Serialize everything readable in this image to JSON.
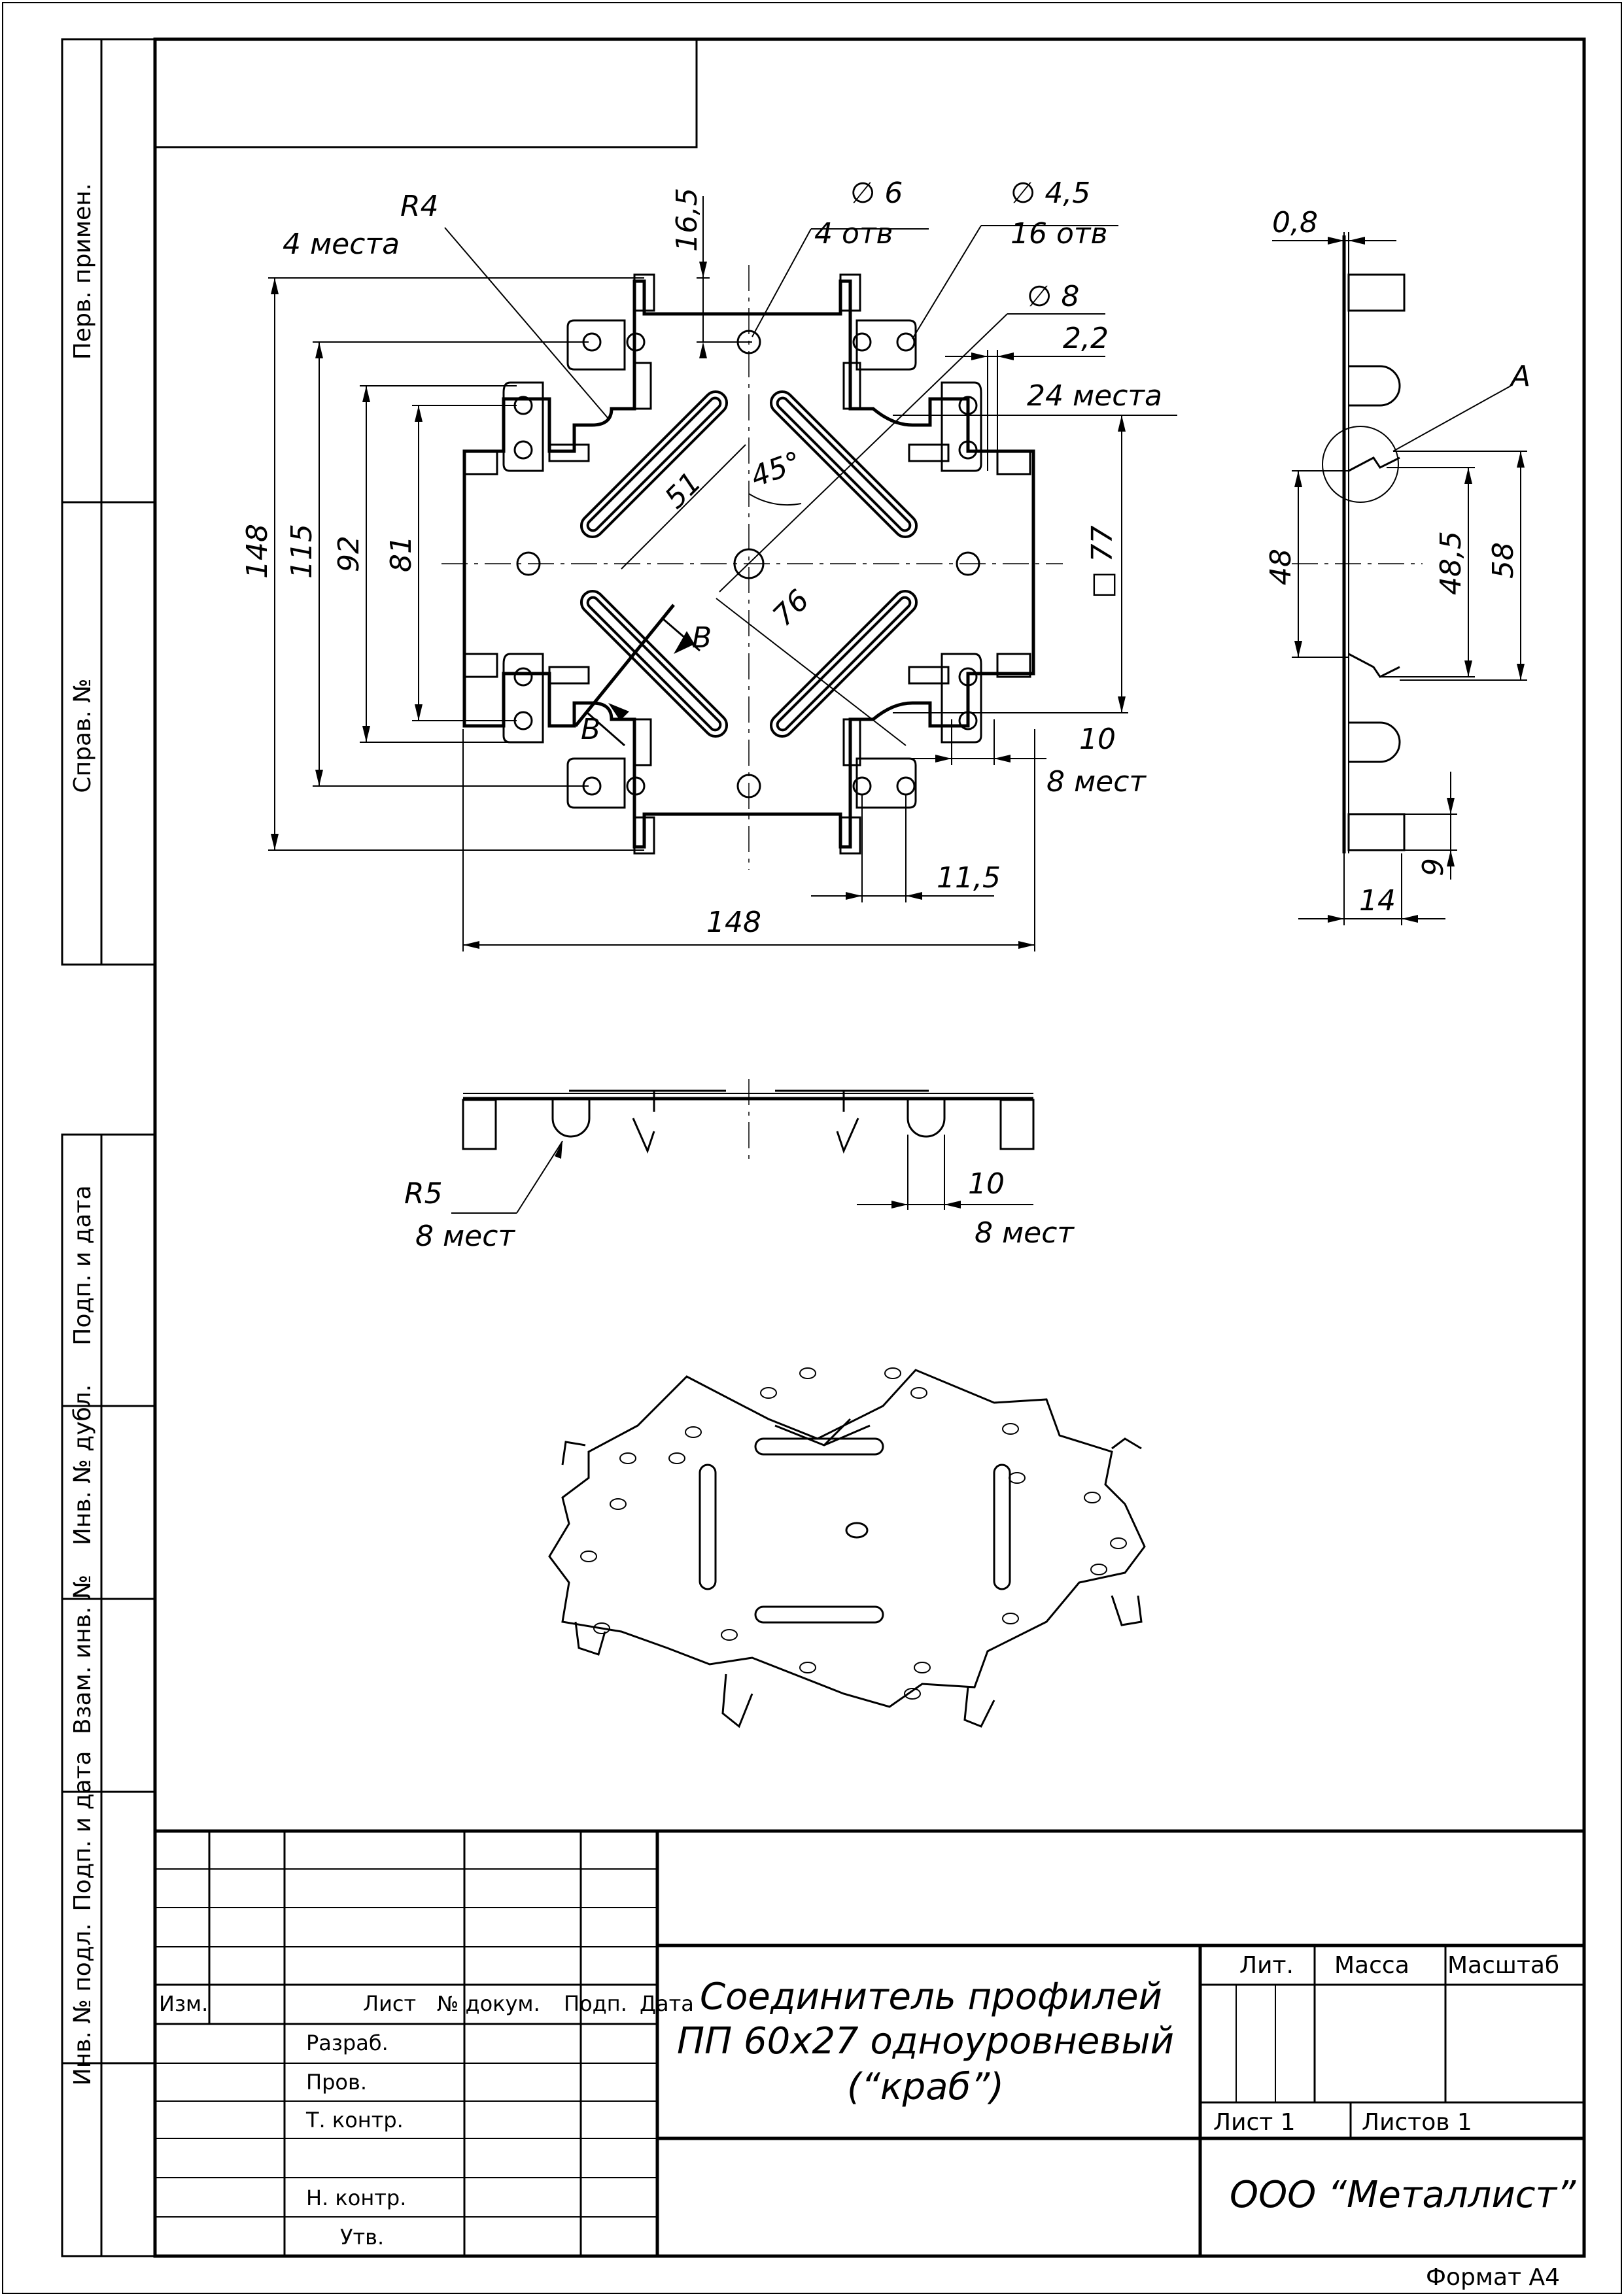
{
  "side_stamp": {
    "perv_primen": "Перв. примен.",
    "sprav_no": "Справ. №",
    "podp_data_1": "Подп. и дата",
    "inv_dubl": "Инв. № дубл.",
    "vzam_inv": "Взам. инв. №",
    "podp_data_2": "Подп. и дата",
    "inv_podl": "Инв. № подл."
  },
  "plan_view": {
    "r4": "R4",
    "r4_qty": "4 места",
    "d165": "16,5",
    "hole6": "∅ 6",
    "hole6_qty": "4 отв",
    "hole45": "∅ 4,5",
    "hole45_qty": "16 отв",
    "hole8": "∅ 8",
    "d22": "2,2",
    "d22_qty": "24 места",
    "d148_v": "148",
    "d115": "115",
    "d92": "92",
    "d81": "81",
    "d51": "51",
    "d45": "45°",
    "d76": "76",
    "d77": "□ 77",
    "section_b1": "B",
    "section_b2": "B",
    "d10": "10",
    "d10_qty": "8 мест",
    "d115h": "11,5",
    "d148_h": "148"
  },
  "side_view": {
    "d08": "0,8",
    "detail_a": "A",
    "d48": "48",
    "d485": "48,5",
    "d58": "58",
    "d9": "9",
    "d14": "14"
  },
  "front_view": {
    "r5": "R5",
    "r5_qty": "8 мест",
    "d10": "10",
    "d10_qty": "8 мест"
  },
  "title_block": {
    "izm": "Изм.",
    "list": "Лист",
    "n_dokum": "№ докум.",
    "podp": "Подп.",
    "data": "Дата",
    "razrab": "Разраб.",
    "prov": "Пров.",
    "t_kontr": "Т. контр.",
    "n_kontr": "Н. контр.",
    "utv": "Утв.",
    "title_line1": "Соединитель профилей",
    "title_line2": "ПП 60х27 одноуровневый",
    "title_line3": "(“краб”)",
    "lit": "Лит.",
    "massa": "Масса",
    "masshtab": "Масштаб",
    "list1": "Лист 1",
    "listov1": "Листов 1",
    "company": "ООО “Металлист”"
  },
  "format": "Формат А4"
}
